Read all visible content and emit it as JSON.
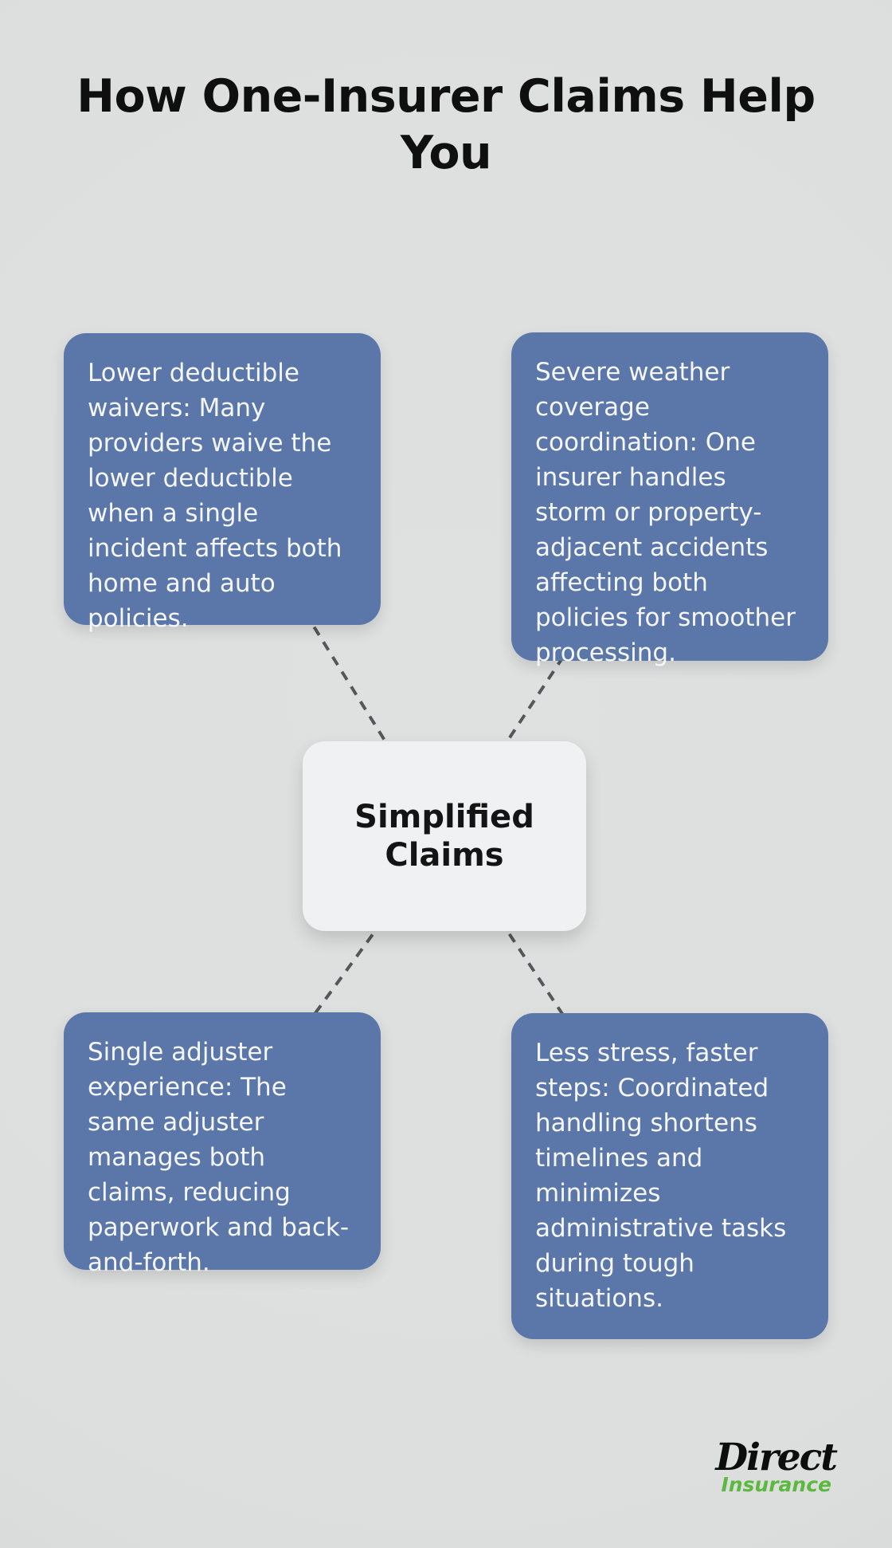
{
  "title": {
    "line1": "How One-Insurer Claims Help",
    "line2": "You"
  },
  "center": {
    "label": "Simplified Claims"
  },
  "boxes": {
    "top_left": {
      "text": "Lower deductible waivers: Many providers waive the lower deductible when a single incident affects both home and auto policies."
    },
    "top_right": {
      "text": "Severe weather coverage coordination: One insurer handles storm or property-adjacent accidents affecting both policies for smoother processing."
    },
    "bottom_left": {
      "text": "Single adjuster experience: The same adjuster manages both claims, reducing paperwork and back-and-forth."
    },
    "bottom_right": {
      "text": "Less stress, faster steps: Coordinated handling shortens timelines and minimizes administrative tasks during tough situations."
    }
  },
  "logo": {
    "name": "Direct",
    "sub": "Insurance"
  },
  "colors": {
    "background": "#dfe1e1",
    "box_blue": "#5b76a8",
    "box_text": "#f4f6f9",
    "center_bg": "#f0f1f2",
    "center_text": "#141414",
    "dash": "#54585a",
    "title": "#0f0f0f",
    "logo_black": "#0d0d0d",
    "logo_green": "#5cb83e"
  }
}
